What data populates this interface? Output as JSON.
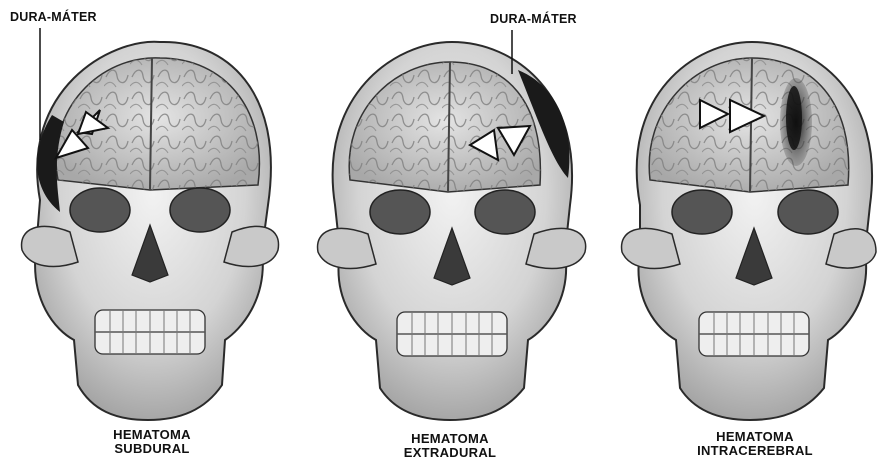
{
  "panels": [
    {
      "dura_label": "DURA-MÁTER",
      "caption_line1": "HEMATOMA",
      "caption_line2": "SUBDURAL"
    },
    {
      "dura_label": "DURA-MÁTER",
      "caption_line1": "HEMATOMA",
      "caption_line2": "EXTRADURAL"
    },
    {
      "caption_line1": "HEMATOMA",
      "caption_line2": "INTRACEREBRAL"
    }
  ],
  "colors": {
    "bone": "#d9d9d9",
    "bone_shadow": "#9a9a9a",
    "brain": "#c8c8c8",
    "hematoma": "#1a1a1a",
    "outline": "#222222"
  }
}
